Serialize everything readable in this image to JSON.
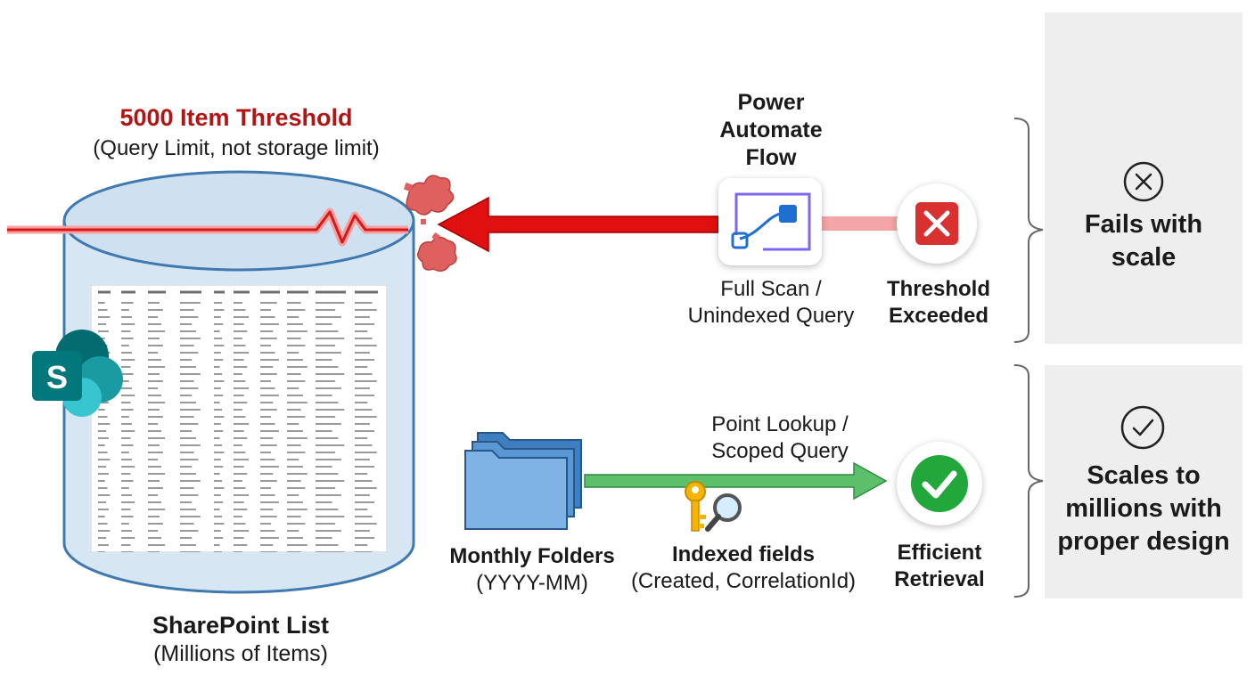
{
  "threshold": {
    "title": "5000 Item Threshold",
    "subtitle": "(Query Limit, not storage limit)"
  },
  "list": {
    "title": "SharePoint List",
    "subtitle": "(Millions of Items)",
    "logo_letter": "S"
  },
  "flow": {
    "title_lines": [
      "Power",
      "Automate",
      "Flow"
    ],
    "scan_lines": [
      "Full Scan /",
      "Unindexed Query"
    ]
  },
  "exceeded": {
    "lines": [
      "Threshold",
      "Exceeded"
    ]
  },
  "folders": {
    "lines": [
      "Monthly Folders",
      "(YYYY-MM)"
    ]
  },
  "lookup": {
    "lines": [
      "Point Lookup /",
      "Scoped Query"
    ]
  },
  "indexed": {
    "lines": [
      "Indexed fields",
      "(Created, CorrelationId)"
    ]
  },
  "efficient": {
    "lines": [
      "Efficient",
      "Retrieval"
    ]
  },
  "panels": {
    "fail_lines": [
      "Fails with",
      "scale"
    ],
    "scale_lines": [
      "Scales to",
      "millions with",
      "proper design"
    ]
  },
  "colors": {
    "threshold_red": "#b01616",
    "arrow_red": "#e01010",
    "success_green": "#22a83a",
    "arrow_green": "#5cbf6a",
    "error_red": "#d93030",
    "sharepoint_teal": "#0f7b7b",
    "panel_gray": "#eeeeee"
  }
}
